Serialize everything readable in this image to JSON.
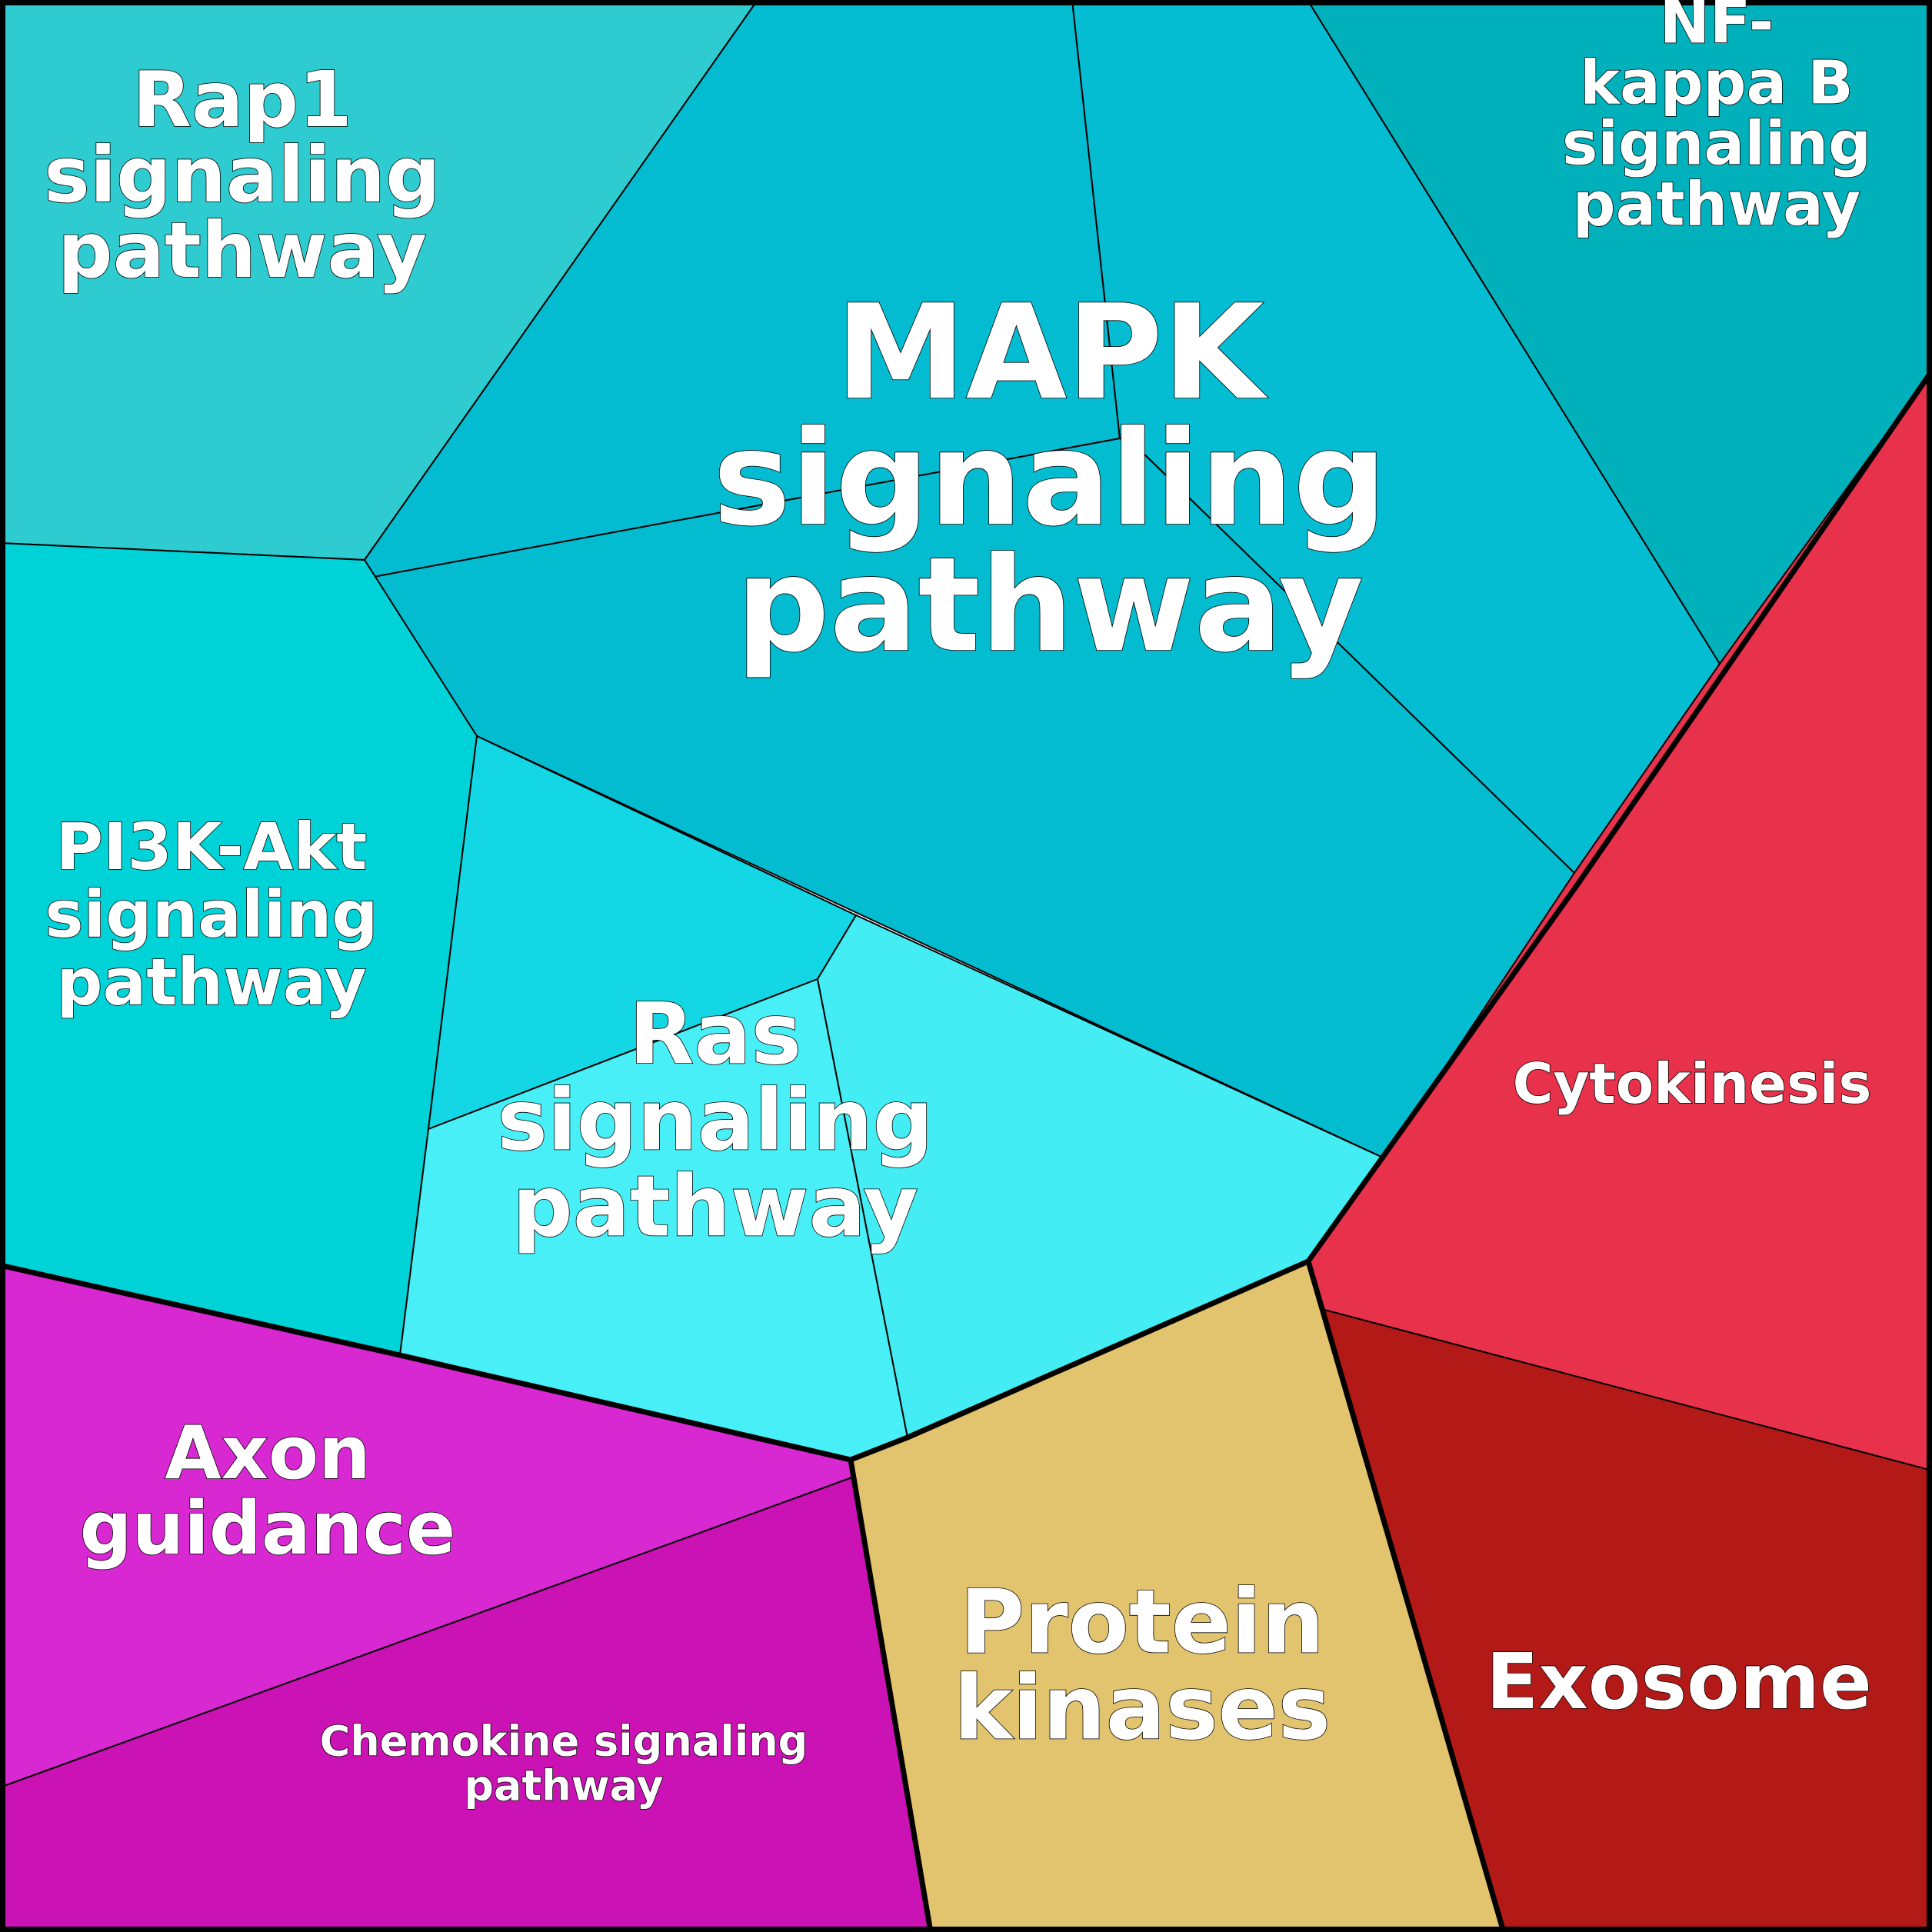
{
  "diagram": {
    "type": "voronoi-treemap",
    "colors": {
      "frame": "#000000",
      "label_text": "#ffffff",
      "label_outline": "#000000"
    },
    "cells": [
      {
        "id": "rap1",
        "lines": [
          "Rap1",
          "signaling",
          "pathway"
        ],
        "color": "#2ecbd0"
      },
      {
        "id": "mapk-top",
        "lines": [],
        "color": "#04bcd1"
      },
      {
        "id": "mapk-center",
        "lines": [
          "MAPK",
          "signaling",
          "pathway"
        ],
        "color": "#03bcd0"
      },
      {
        "id": "mapk-right",
        "lines": [],
        "color": "#04bdd2"
      },
      {
        "id": "nfkb",
        "lines": [
          "NF-",
          "kappa B",
          "signaling",
          "pathway"
        ],
        "color": "#00b1bc"
      },
      {
        "id": "pi3k",
        "lines": [
          "PI3K-Akt",
          "signaling",
          "pathway"
        ],
        "color": "#00d3d8"
      },
      {
        "id": "ras-upper",
        "lines": [],
        "color": "#13d7e4"
      },
      {
        "id": "ras",
        "lines": [
          "Ras",
          "signaling",
          "pathway"
        ],
        "color": "#48eff6"
      },
      {
        "id": "ras-right",
        "lines": [],
        "color": "#43edf3"
      },
      {
        "id": "cytokinesis",
        "lines": [
          "Cytokinesis"
        ],
        "color": "#e8314b"
      },
      {
        "id": "exosome",
        "lines": [
          "Exosome"
        ],
        "color": "#b31a17"
      },
      {
        "id": "protein-kinases",
        "lines": [
          "Protein",
          "kinases"
        ],
        "color": "#e2c36e"
      },
      {
        "id": "axon",
        "lines": [
          "Axon",
          "guidance"
        ],
        "color": "#d828d2"
      },
      {
        "id": "chemokine",
        "lines": [
          "Chemokine signaling",
          "pathway"
        ],
        "color": "#cb12b5"
      }
    ]
  }
}
